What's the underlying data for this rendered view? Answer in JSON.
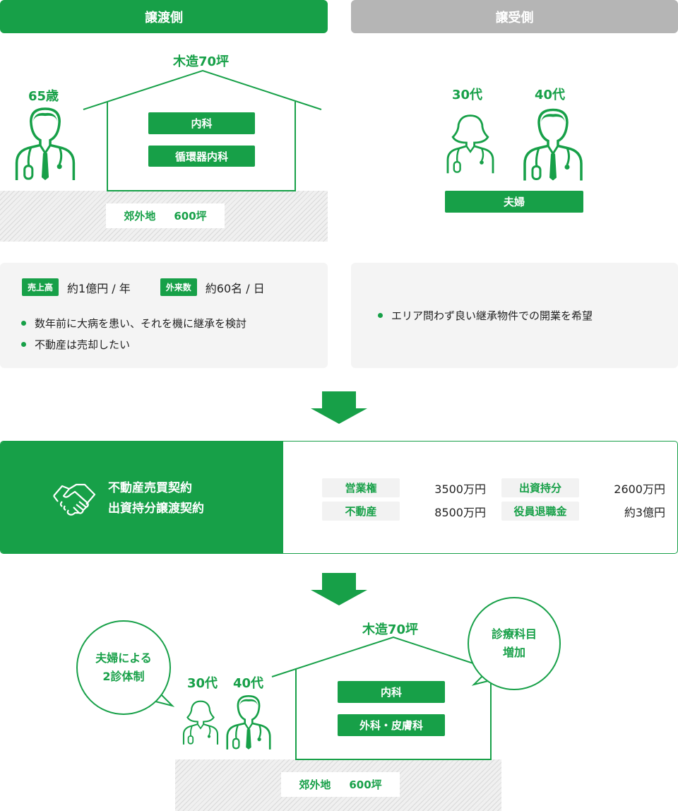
{
  "header": {
    "seller": "譲渡側",
    "buyer": "譲受側"
  },
  "seller": {
    "age": "65歳",
    "building": "木造70坪",
    "departments": [
      "内科",
      "循環器内科"
    ],
    "land": {
      "area_type": "郊外地",
      "size": "600坪"
    },
    "stats": [
      {
        "tag": "売上高",
        "value": "約1億円 / 年"
      },
      {
        "tag": "外来数",
        "value": "約60名 / 日"
      }
    ],
    "notes": [
      "数年前に大病を患い、それを機に継承を検討",
      "不動産は売却したい"
    ]
  },
  "buyer": {
    "ages": [
      "30代",
      "40代"
    ],
    "relation": "夫婦",
    "notes": [
      "エリア問わず良い継承物件での開業を希望"
    ]
  },
  "contract": {
    "titles": [
      "不動産売買契約",
      "出資持分譲渡契約"
    ],
    "items": [
      {
        "label": "営業権",
        "value": "3500万円"
      },
      {
        "label": "出資持分",
        "value": "2600万円"
      },
      {
        "label": "不動産",
        "value": "8500万円"
      },
      {
        "label": "役員退職金",
        "value": "約3億円"
      }
    ]
  },
  "result": {
    "bubble_left": [
      "夫婦による",
      "2診体制"
    ],
    "bubble_right": [
      "診療科目",
      "増加"
    ],
    "ages": [
      "30代",
      "40代"
    ],
    "building": "木造70坪",
    "departments": [
      "内科",
      "外科・皮膚科"
    ],
    "land": {
      "area_type": "郊外地",
      "size": "600坪"
    }
  },
  "colors": {
    "green": "#17a048",
    "gray_header": "#b5b5b5",
    "panel": "#f4f4f4"
  }
}
